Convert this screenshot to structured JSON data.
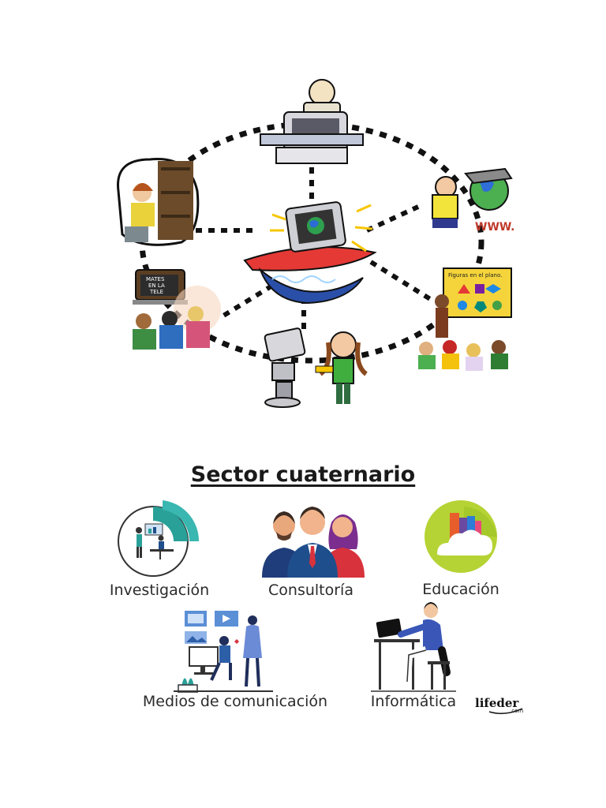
{
  "network": {
    "board_text": "Figuras en el plano.",
    "www_text": "WWW.",
    "tv_text_line1": "MATES",
    "tv_text_line2": "EN LA",
    "tv_text_line3": "TELE"
  },
  "section": {
    "title": "Sector cuaternario"
  },
  "icons": [
    {
      "label": "Investigación"
    },
    {
      "label": "Consultoría"
    },
    {
      "label": "Educación"
    },
    {
      "label": "Medios de comunicación"
    },
    {
      "label": "Informática"
    }
  ],
  "logo": {
    "name": "lifeder",
    "suffix": ".com"
  },
  "colors": {
    "teal": "#2aa198",
    "blue": "#1f4e8c",
    "red": "#d8323c",
    "yellow_green": "#b5d334",
    "purple": "#6a4aa0"
  }
}
